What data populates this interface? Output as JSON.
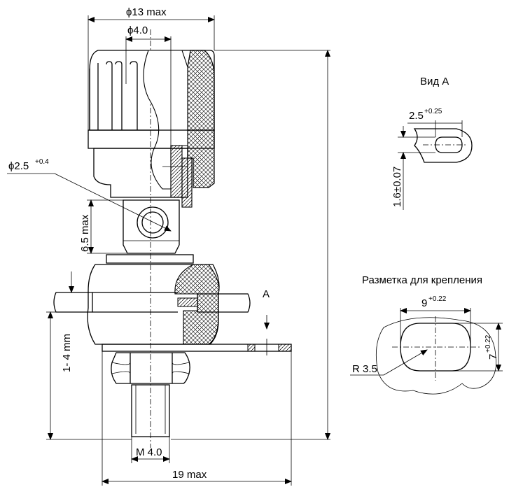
{
  "dims": {
    "outer_diameter": "ϕ13 max",
    "pin_diameter": "ϕ4.0",
    "hole_diameter": "ϕ2.5",
    "hole_tolerance": "+0.4",
    "hole_height": "6.5 max",
    "panel_thickness": "1- 4 mm",
    "thread": "M 4.0",
    "base_width": "19 max"
  },
  "section_marker": "A",
  "view_a": {
    "title": "Вид А",
    "slot_width": "2.5",
    "slot_width_tol": "+0.25",
    "thickness": "1.6±0.07"
  },
  "mounting": {
    "title": "Разметка для крепления",
    "width": "9",
    "width_tol": "+0.22",
    "height": "7",
    "height_tol": "+0.22",
    "radius": "R 3.5"
  },
  "colors": {
    "line": "#000000",
    "hatch": "#000000",
    "background": "#ffffff"
  }
}
